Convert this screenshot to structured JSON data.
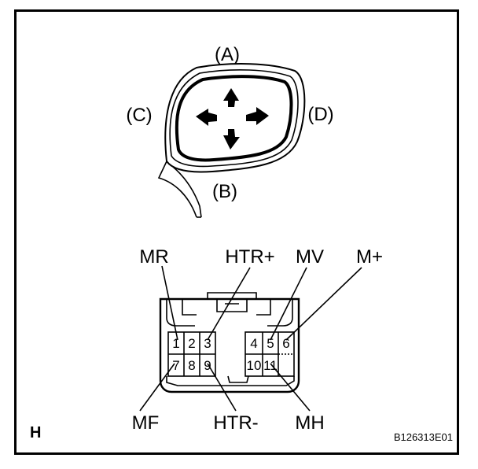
{
  "mirror": {
    "directions": {
      "up": "(A)",
      "down": "(B)",
      "left": "(C)",
      "right": "(D)"
    }
  },
  "connector": {
    "pins_top_left": [
      "1",
      "2",
      "3"
    ],
    "pins_bottom_left": [
      "7",
      "8",
      "9"
    ],
    "pins_top_right": [
      "4",
      "5",
      "6"
    ],
    "pins_bottom_right": [
      "10",
      "11"
    ],
    "callouts": {
      "mr": "MR",
      "htr_plus": "HTR+",
      "mv": "MV",
      "m_plus": "M+",
      "mf": "MF",
      "htr_minus": "HTR-",
      "mh": "MH"
    }
  },
  "corner_label": "H",
  "figure_code": "B126313E01"
}
